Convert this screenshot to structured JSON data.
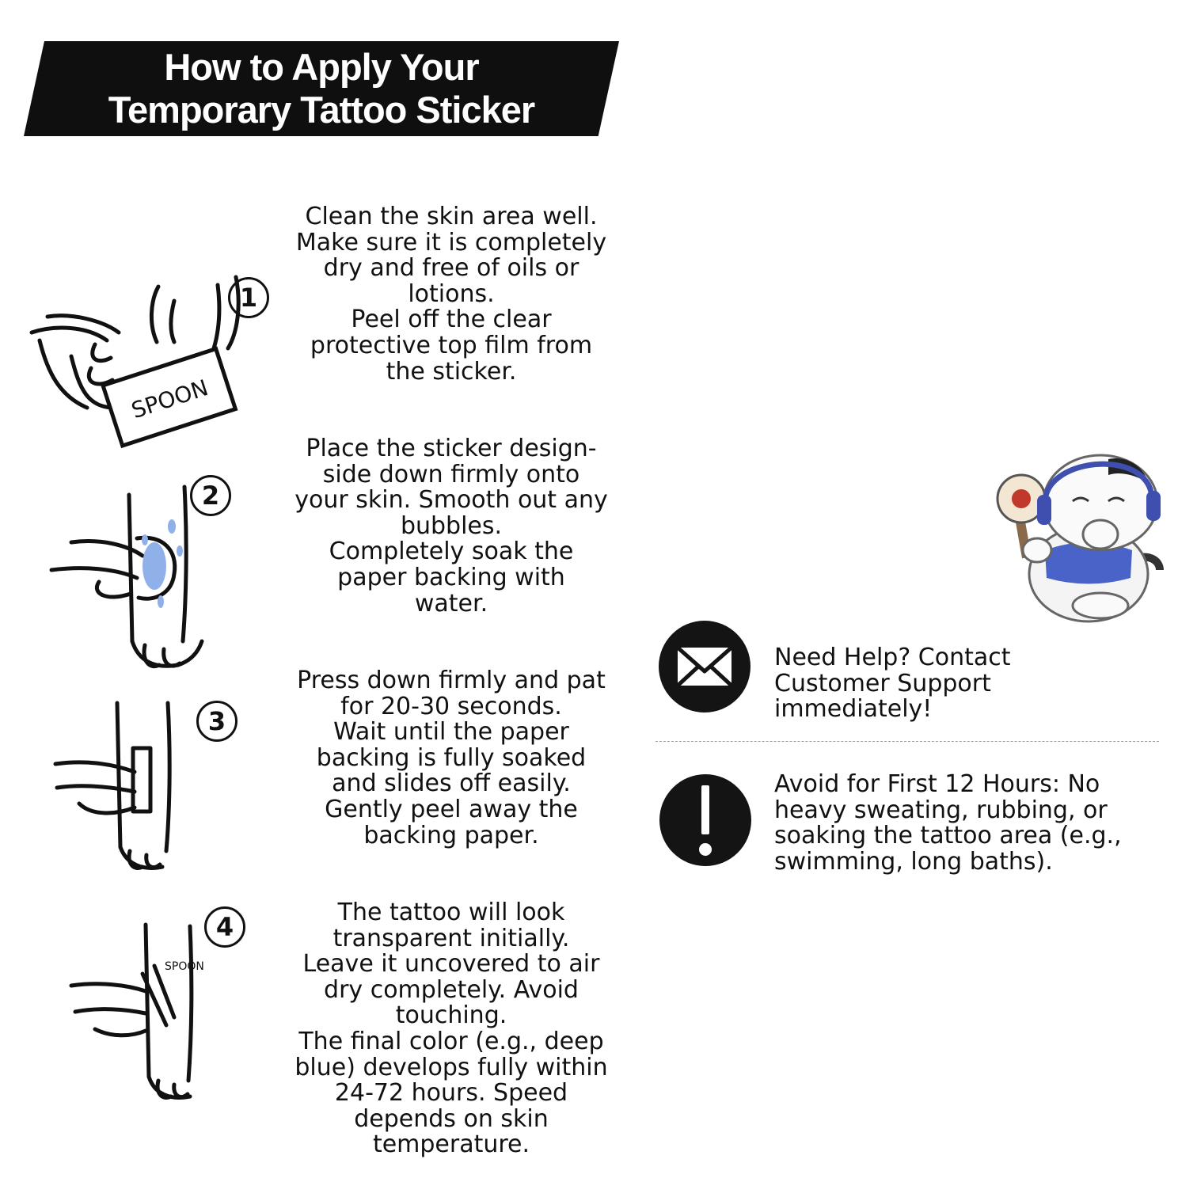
{
  "header": {
    "title_line1": "How to Apply Your",
    "title_line2": "Temporary Tattoo Sticker"
  },
  "steps": [
    {
      "number": "1",
      "sticker_label": "SPOON",
      "lines": [
        "Clean the skin area well.",
        "Make sure it is completely",
        "dry and free of oils or",
        "lotions.",
        "Peel off the clear",
        "protective top film from",
        "the sticker."
      ]
    },
    {
      "number": "2",
      "lines": [
        "Place the sticker design-",
        "side down firmly onto",
        "your skin. Smooth out any",
        "bubbles.",
        "Completely soak the",
        "paper backing with",
        "water."
      ]
    },
    {
      "number": "3",
      "lines": [
        "Press down firmly and pat",
        "for 20-30 seconds.",
        "Wait until the paper",
        "backing is fully soaked",
        "and slides off easily.",
        "Gently peel away the",
        "backing paper."
      ]
    },
    {
      "number": "4",
      "sticker_label": "SPOON",
      "lines": [
        "The tattoo will look",
        "transparent initially.",
        "Leave it uncovered to air",
        "dry completely. Avoid",
        "touching.",
        "The final color (e.g., deep",
        "blue) develops fully within",
        "24-72 hours. Speed",
        "depends on skin",
        "temperature."
      ]
    }
  ],
  "info": [
    {
      "icon": "envelope-icon",
      "lines": [
        "Need Help? Contact",
        "Customer Support",
        "immediately!"
      ]
    },
    {
      "icon": "exclamation-icon",
      "lines": [
        "Avoid for First 12 Hours: No",
        "heavy sweating, rubbing, or",
        "soaking the tattoo area (e.g.,",
        "swimming, long baths)."
      ]
    }
  ],
  "colors": {
    "banner_bg": "#0f0f0f",
    "text": "#111111",
    "water": "#8fb0e8",
    "mascot_blue": "#4a63c8"
  }
}
